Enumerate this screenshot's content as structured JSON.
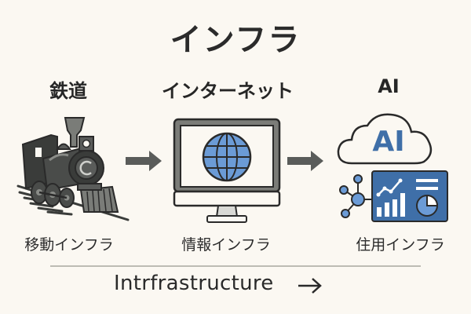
{
  "title": "インフラ",
  "columns": [
    {
      "heading": "鉄道",
      "icon": "steam-locomotive-icon",
      "caption": "移動インフラ"
    },
    {
      "heading": "インターネット",
      "icon": "computer-globe-icon",
      "caption": "情報インフラ"
    },
    {
      "heading": "AI",
      "icon": "ai-cloud-dashboard-icon",
      "cloud_label": "AI",
      "caption": "住用インフラ"
    }
  ],
  "footer": {
    "text": "Intrfrastructure",
    "arrow": "→"
  },
  "colors": {
    "background": "#fbf8f2",
    "text": "#2a2a2a",
    "accent_blue": "#3f6fa8",
    "light_blue": "#6b9bd6",
    "arrow_gray": "#5a5c5a",
    "train_dark": "#3a3c3a",
    "train_mid": "#7a7c78"
  }
}
